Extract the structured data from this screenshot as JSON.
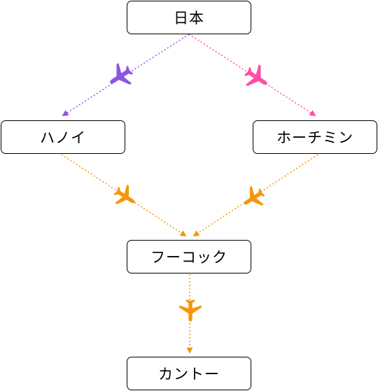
{
  "nodes": {
    "japan": "日本",
    "hanoi": "ハノイ",
    "hochiminh": "ホーチミン",
    "phuquoc": "フーコック",
    "cantho": "カントー"
  },
  "colors": {
    "purple": "#8b55e0",
    "pink": "#ff4fa3",
    "orange": "#f5960a"
  },
  "edges": [
    {
      "from": "japan",
      "to": "hanoi",
      "color": "purple",
      "icon": "airplane-icon"
    },
    {
      "from": "japan",
      "to": "hochiminh",
      "color": "pink",
      "icon": "airplane-icon"
    },
    {
      "from": "hanoi",
      "to": "phuquoc",
      "color": "orange",
      "icon": "airplane-icon"
    },
    {
      "from": "hochiminh",
      "to": "phuquoc",
      "color": "orange",
      "icon": "airplane-icon"
    },
    {
      "from": "phuquoc",
      "to": "cantho",
      "color": "orange",
      "icon": "airplane-icon"
    }
  ]
}
